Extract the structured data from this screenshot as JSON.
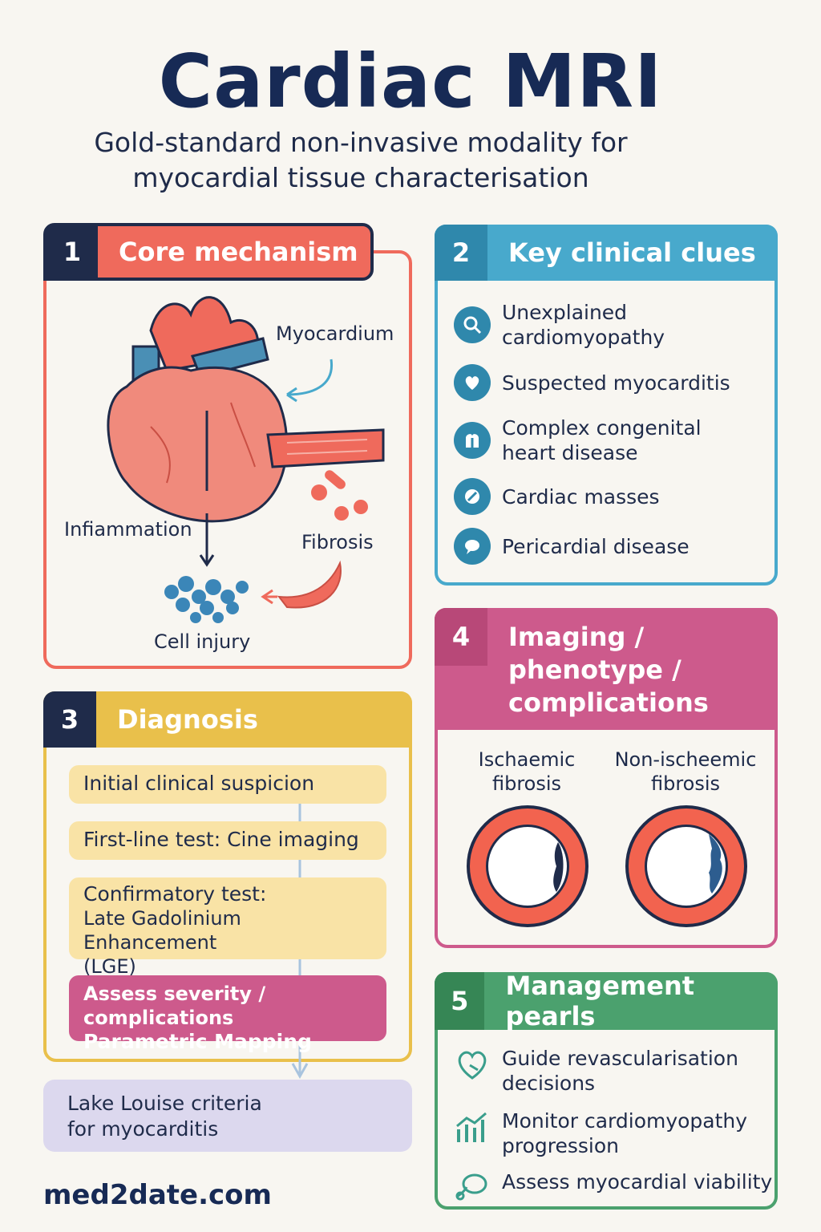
{
  "header": {
    "title": "Cardiac MRI",
    "subtitle": "Gold-standard non-invasive modality for myocardial tissue characterisation"
  },
  "panels": {
    "core": {
      "number": "1",
      "title": "Core mechanism",
      "labels": {
        "myocardium": "Myocardium",
        "inflammation": "Infiammation",
        "fibrosis": "Fibrosis",
        "cell_injury": "Cell injury"
      }
    },
    "clues": {
      "number": "2",
      "title": "Key clinical clues",
      "items": [
        {
          "icon": "magnifier-icon",
          "text": "Unexplained cardiomyopathy"
        },
        {
          "icon": "heart-shield-icon",
          "text": "Suspected myocarditis"
        },
        {
          "icon": "heart-chambers-icon",
          "text": "Complex congenital heart disease"
        },
        {
          "icon": "slash-circle-icon",
          "text": "Cardiac masses"
        },
        {
          "icon": "speech-bubble-icon",
          "text": "Pericardial disease"
        }
      ]
    },
    "diagnosis": {
      "number": "3",
      "title": "Diagnosis",
      "steps": [
        "Initial clinical suspicion",
        "First-line test: Cine imaging",
        "Confirmatory test:",
        "Late Gadolinium Enhancement",
        "(LGE)",
        "Assess severity / complications",
        "Parametric Mapping"
      ],
      "outcome": [
        "Lake Louise criteria",
        "for myocarditis"
      ]
    },
    "imaging": {
      "number": "4",
      "title_lines": [
        "Imaging /",
        "phenotype /",
        "complications"
      ],
      "left_label": [
        "Ischaemic",
        "fibrosis"
      ],
      "right_label": [
        "Non-ischeemic",
        "fibrosis"
      ]
    },
    "management": {
      "number": "5",
      "title": "Management pearls",
      "items": [
        {
          "icon": "heart-stethoscope-icon",
          "lines": [
            "Guide revascularisation",
            "decisions"
          ]
        },
        {
          "icon": "bar-chart-icon",
          "lines": [
            "Monitor cardiomyopathy",
            "progression"
          ]
        },
        {
          "icon": "scan-icon",
          "lines": [
            "Assess myocardial viability"
          ]
        }
      ]
    }
  },
  "footer": "med2date.com",
  "colors": {
    "core": "#ef6a5c",
    "clues": "#48a9cc",
    "diagnosis": "#e9c04b",
    "imaging": "#cd5a8c",
    "management": "#4ba16e",
    "navy": "#1f2b4a"
  }
}
